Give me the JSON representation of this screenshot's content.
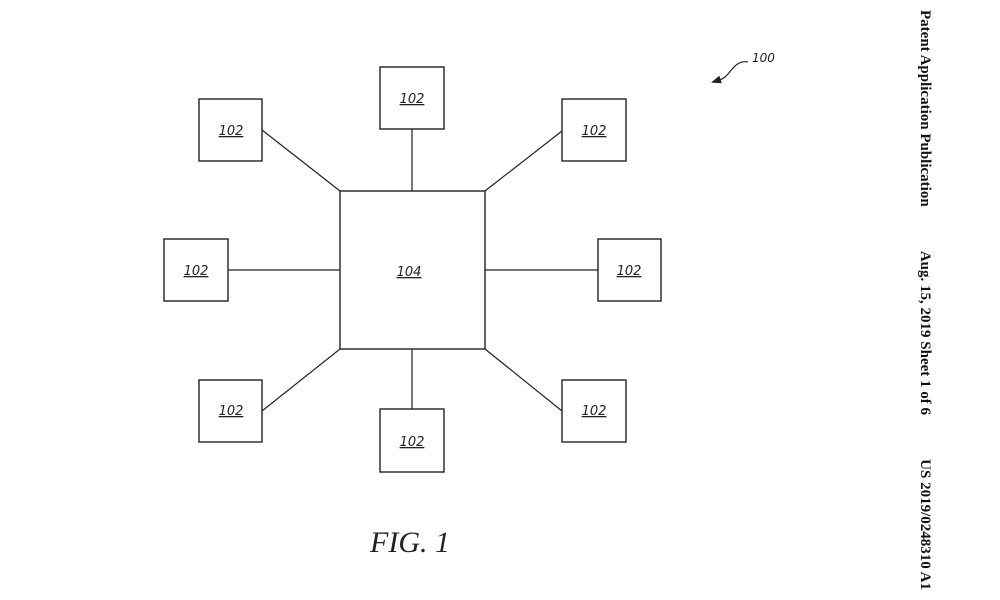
{
  "header": {
    "publication_type": "Patent Application Publication",
    "date_sheet": "Aug. 15, 2019  Sheet 1 of 6",
    "number": "US 2019/0248310 A1"
  },
  "figure": {
    "caption": "FIG. 1",
    "reference": "100",
    "hub_label": "104",
    "node_labels": [
      "102",
      "102",
      "102",
      "102",
      "102",
      "102",
      "102",
      "102"
    ]
  }
}
